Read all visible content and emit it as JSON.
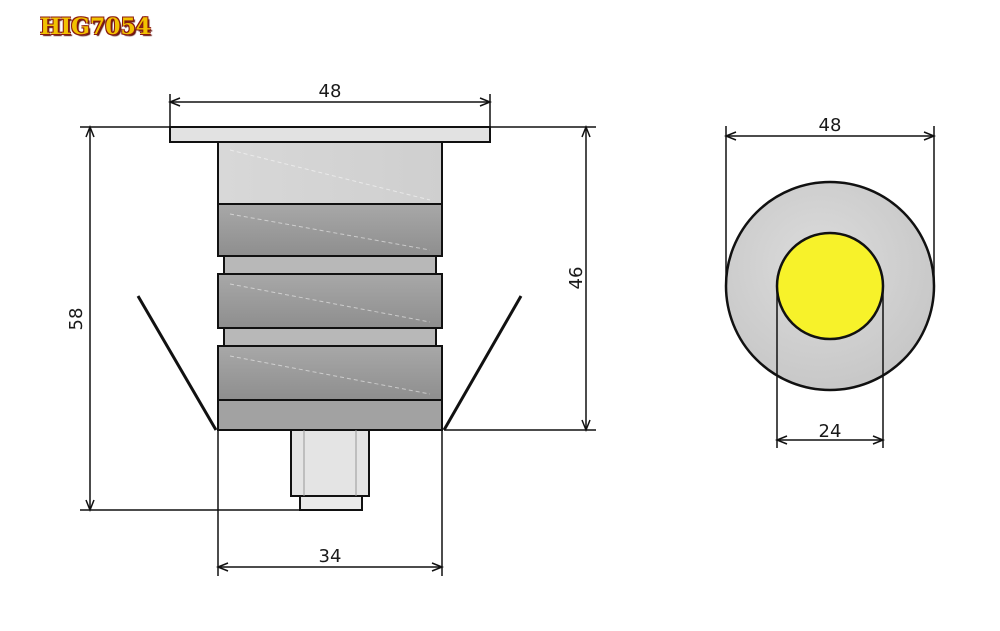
{
  "title": "HIG7054",
  "colors": {
    "model_text": "#f2c200",
    "model_outline": "#8a1a0f",
    "lens": "#f7f22a",
    "body_light": "#d6d6d6",
    "body_dark": "#9a9a9a",
    "line": "#111111"
  },
  "dimensions": {
    "side_top_width": "48",
    "side_total_height": "58",
    "side_body_height": "46",
    "side_body_width": "34",
    "front_outer_diameter": "48",
    "front_lens_diameter": "24"
  }
}
